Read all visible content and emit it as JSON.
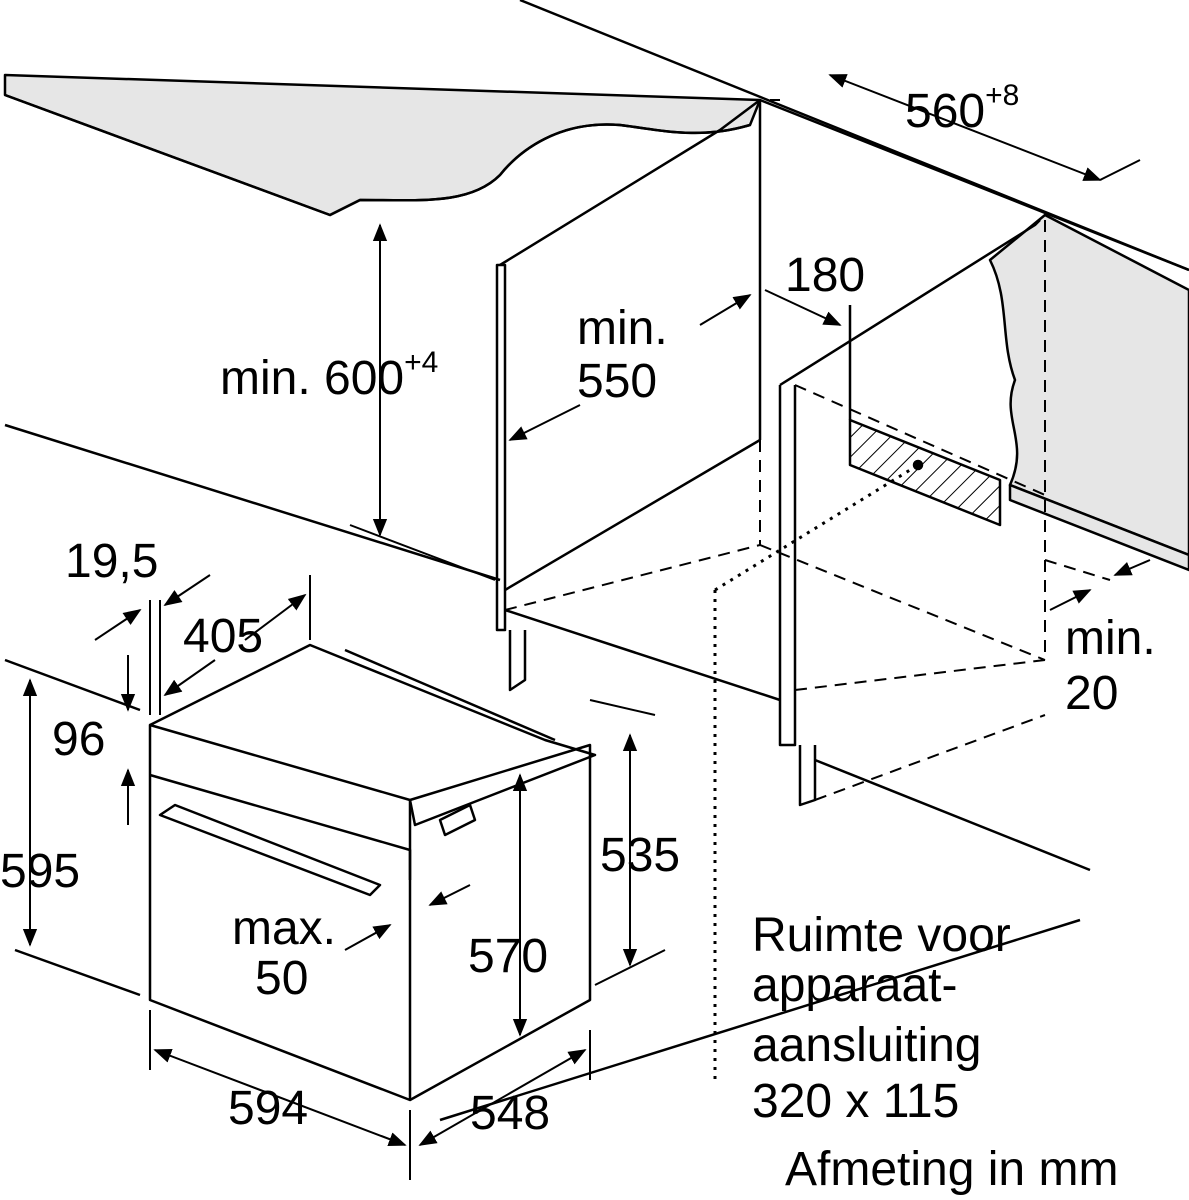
{
  "labels": {
    "top_width": "560",
    "top_width_tol": "+8",
    "niche_height_prefix": "min. ",
    "niche_height": "600",
    "niche_height_tol": "+4",
    "niche_depth_prefix": "min.",
    "niche_depth": "550",
    "back_gap": "180",
    "side_gap_prefix": "min.",
    "side_gap": "20",
    "panel_thickness": "19,5",
    "handle_depth": "405",
    "top_strip": "96",
    "total_height": "595",
    "handle_max_prefix": "max.",
    "handle_max": "50",
    "side_height": "535",
    "body_height": "570",
    "front_width": "594",
    "body_depth": "548",
    "connection_note": [
      "Ruimte voor",
      "apparaat-",
      "aansluiting",
      "320 x 115"
    ],
    "unit_note": "Afmeting in mm"
  },
  "colors": {
    "line": "#000000",
    "worktop_fill": "#e6e6e6",
    "background": "#ffffff"
  }
}
